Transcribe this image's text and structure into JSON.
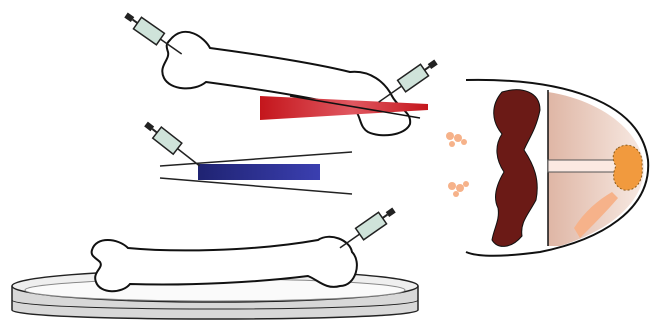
{
  "figure": {
    "elements": [
      {
        "id": "upper-bone",
        "kind": "long bone (femur), outline"
      },
      {
        "id": "lower-bone",
        "kind": "long bone (femur) resting in petri dish"
      },
      {
        "id": "syringe",
        "count": 4
      },
      {
        "id": "red-gradient-bar",
        "color": "#d9222a"
      },
      {
        "id": "blue-gradient-bar",
        "color": "#2a2e8c"
      },
      {
        "id": "capillary-tubes",
        "count": 2
      },
      {
        "id": "embryo-cross-section",
        "tissue_colors": [
          "#6b1a16",
          "#e7c4b4",
          "#f2a24a"
        ]
      },
      {
        "id": "migrating-cells",
        "color": "#f6b28a",
        "groups": 2
      },
      {
        "id": "petri-dish",
        "color": "#b9b9b9"
      }
    ],
    "colors": {
      "outline": "#111111",
      "syringe_body": "#cfe3da",
      "syringe_plunger": "#333333",
      "red_dark": "#c4161c",
      "blue_dark": "#1f2372",
      "dark_tissue": "#5e1512",
      "light_tissue": "#e9c9bb",
      "cell_orange": "#f19a3e"
    }
  }
}
